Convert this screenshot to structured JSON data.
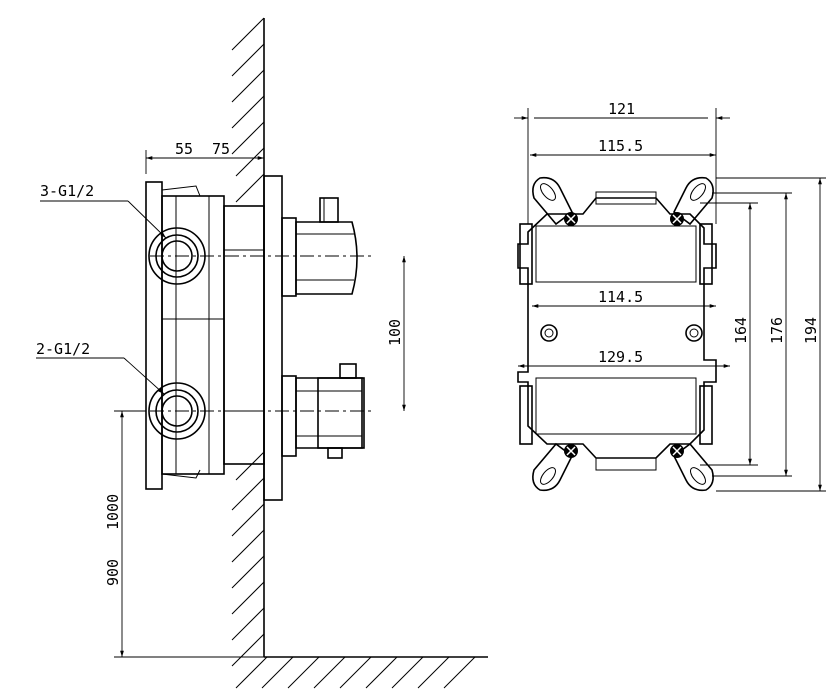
{
  "side_view": {
    "label_top_port": "3-G1/2",
    "label_bottom_port": "2-G1/2",
    "dim_depth_a": "55",
    "dim_depth_b": "75",
    "dim_port_spacing": "100",
    "dim_height_a": "900",
    "dim_height_b": "1000"
  },
  "front_view": {
    "dim_outer_width": "121",
    "dim_top_width": "115.5",
    "dim_mid_width": "114.5",
    "dim_lower_width": "129.5",
    "dim_h1": "164",
    "dim_h2": "176",
    "dim_h3": "194"
  }
}
